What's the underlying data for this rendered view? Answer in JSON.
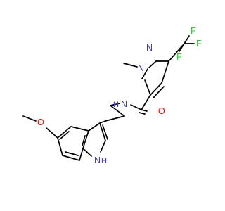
{
  "structure": {
    "colors": {
      "carbon_bond": "#000000",
      "nitrogen": "#3333ff",
      "oxygen": "#ff0000",
      "fluorine": "#33cc33",
      "background": "#ffffff"
    },
    "labels": {
      "f_top": "F",
      "f_right": "F",
      "f_lower": "F",
      "pyrazole_n_upper": "N",
      "pyrazole_n_methyl": "N",
      "amide_n": "N",
      "amide_h": "H",
      "carbonyl_o": "O",
      "methoxy_o": "O",
      "indole_n": "N",
      "indole_h": "H"
    }
  }
}
